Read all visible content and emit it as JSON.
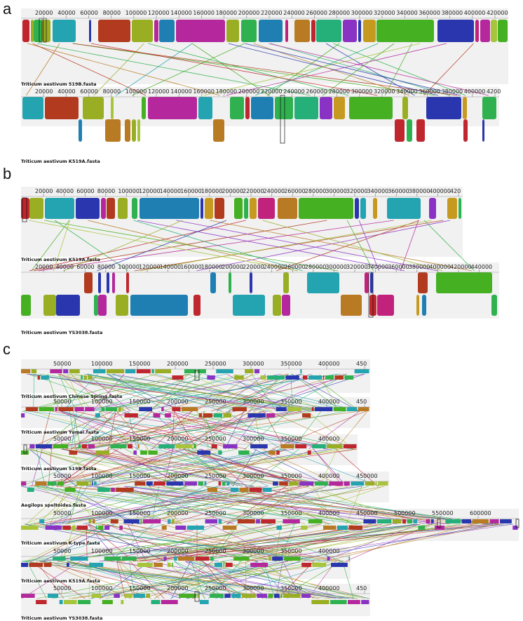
{
  "panels": [
    {
      "letter": "a",
      "genomes": [
        {
          "label": "Triticum aestivum 519B.fasta",
          "ticks": [
            "20000",
            "40000",
            "60000",
            "80000",
            "100000",
            "120000",
            "140000",
            "160000",
            "180000",
            "200000",
            "220000",
            "240000",
            "260000",
            "280000",
            "300000",
            "320000",
            "340000",
            "360000",
            "380000",
            "400000",
            "420000"
          ]
        },
        {
          "label": "Triticum aestivum K519A.fasta",
          "ticks": [
            "20000",
            "40000",
            "60000",
            "80000",
            "100000",
            "120000",
            "140000",
            "160000",
            "180000",
            "200000",
            "220000",
            "240000",
            "260000",
            "280000",
            "300000",
            "320000",
            "340000",
            "360000",
            "380000",
            "400000",
            "4200"
          ]
        }
      ]
    },
    {
      "letter": "b",
      "genomes": [
        {
          "label": "Triticum aestivum K519A.fasta",
          "ticks": [
            "20000",
            "40000",
            "60000",
            "80000",
            "100000",
            "120000",
            "140000",
            "160000",
            "180000",
            "200000",
            "220000",
            "240000",
            "260000",
            "280000",
            "300000",
            "320000",
            "340000",
            "360000",
            "380000",
            "400000",
            "420"
          ]
        },
        {
          "label": "Triticum aestivum YS3038.fasta",
          "ticks": [
            "20000",
            "40000",
            "60000",
            "80000",
            "100000",
            "120000",
            "140000",
            "160000",
            "180000",
            "200000",
            "220000",
            "240000",
            "260000",
            "280000",
            "300000",
            "320000",
            "340000",
            "360000",
            "380000",
            "400000",
            "420000",
            "440000"
          ]
        }
      ]
    },
    {
      "letter": "c",
      "genomes": [
        {
          "label": "Triticum aestivum Chinese Spring.fasta",
          "ticks": [
            "50000",
            "100000",
            "150000",
            "200000",
            "250000",
            "300000",
            "350000",
            "400000",
            "450"
          ]
        },
        {
          "label": "Triticum aestivum Yumai.fasta",
          "ticks": [
            "50000",
            "100000",
            "150000",
            "200000",
            "250000",
            "300000",
            "350000",
            "400000",
            "450"
          ]
        },
        {
          "label": "Triticum aestivum 519B.fasta",
          "ticks": [
            "50000",
            "100000",
            "150000",
            "200000",
            "250000",
            "300000",
            "350000",
            "400000"
          ]
        },
        {
          "label": "Aegilops speltoides.fasta",
          "ticks": [
            "50000",
            "100000",
            "150000",
            "200000",
            "250000",
            "300000",
            "350000",
            "400000",
            "450000"
          ]
        },
        {
          "label": "Triticum aestivum K-type.fasta",
          "ticks": [
            "50000",
            "100000",
            "150000",
            "200000",
            "250000",
            "300000",
            "350000",
            "400000",
            "450000",
            "500000",
            "550000",
            "600000"
          ]
        },
        {
          "label": "Triticum aestivum K519A.fasta",
          "ticks": [
            "50000",
            "100000",
            "150000",
            "200000",
            "250000",
            "300000",
            "350000",
            "400000"
          ]
        },
        {
          "label": "Triticum aestivum YS3038.fasta",
          "ticks": [
            "50000",
            "100000",
            "150000",
            "200000",
            "250000",
            "300000",
            "350000",
            "400000",
            "450"
          ]
        }
      ]
    }
  ],
  "colors": {
    "red": "#c0262d",
    "orange_red": "#b23a1f",
    "olive": "#9aae24",
    "teal": "#24a3b0",
    "purple": "#b5279c",
    "green": "#2fb14f",
    "steel_blue": "#1f7fb3",
    "brown": "#b87a22",
    "sea_green": "#25b07a",
    "violet": "#8a32c4",
    "gold": "#c69a20",
    "grass": "#46b023",
    "navy": "#2936ad",
    "magenta": "#c0227c",
    "light_green": "#a7c43a"
  }
}
